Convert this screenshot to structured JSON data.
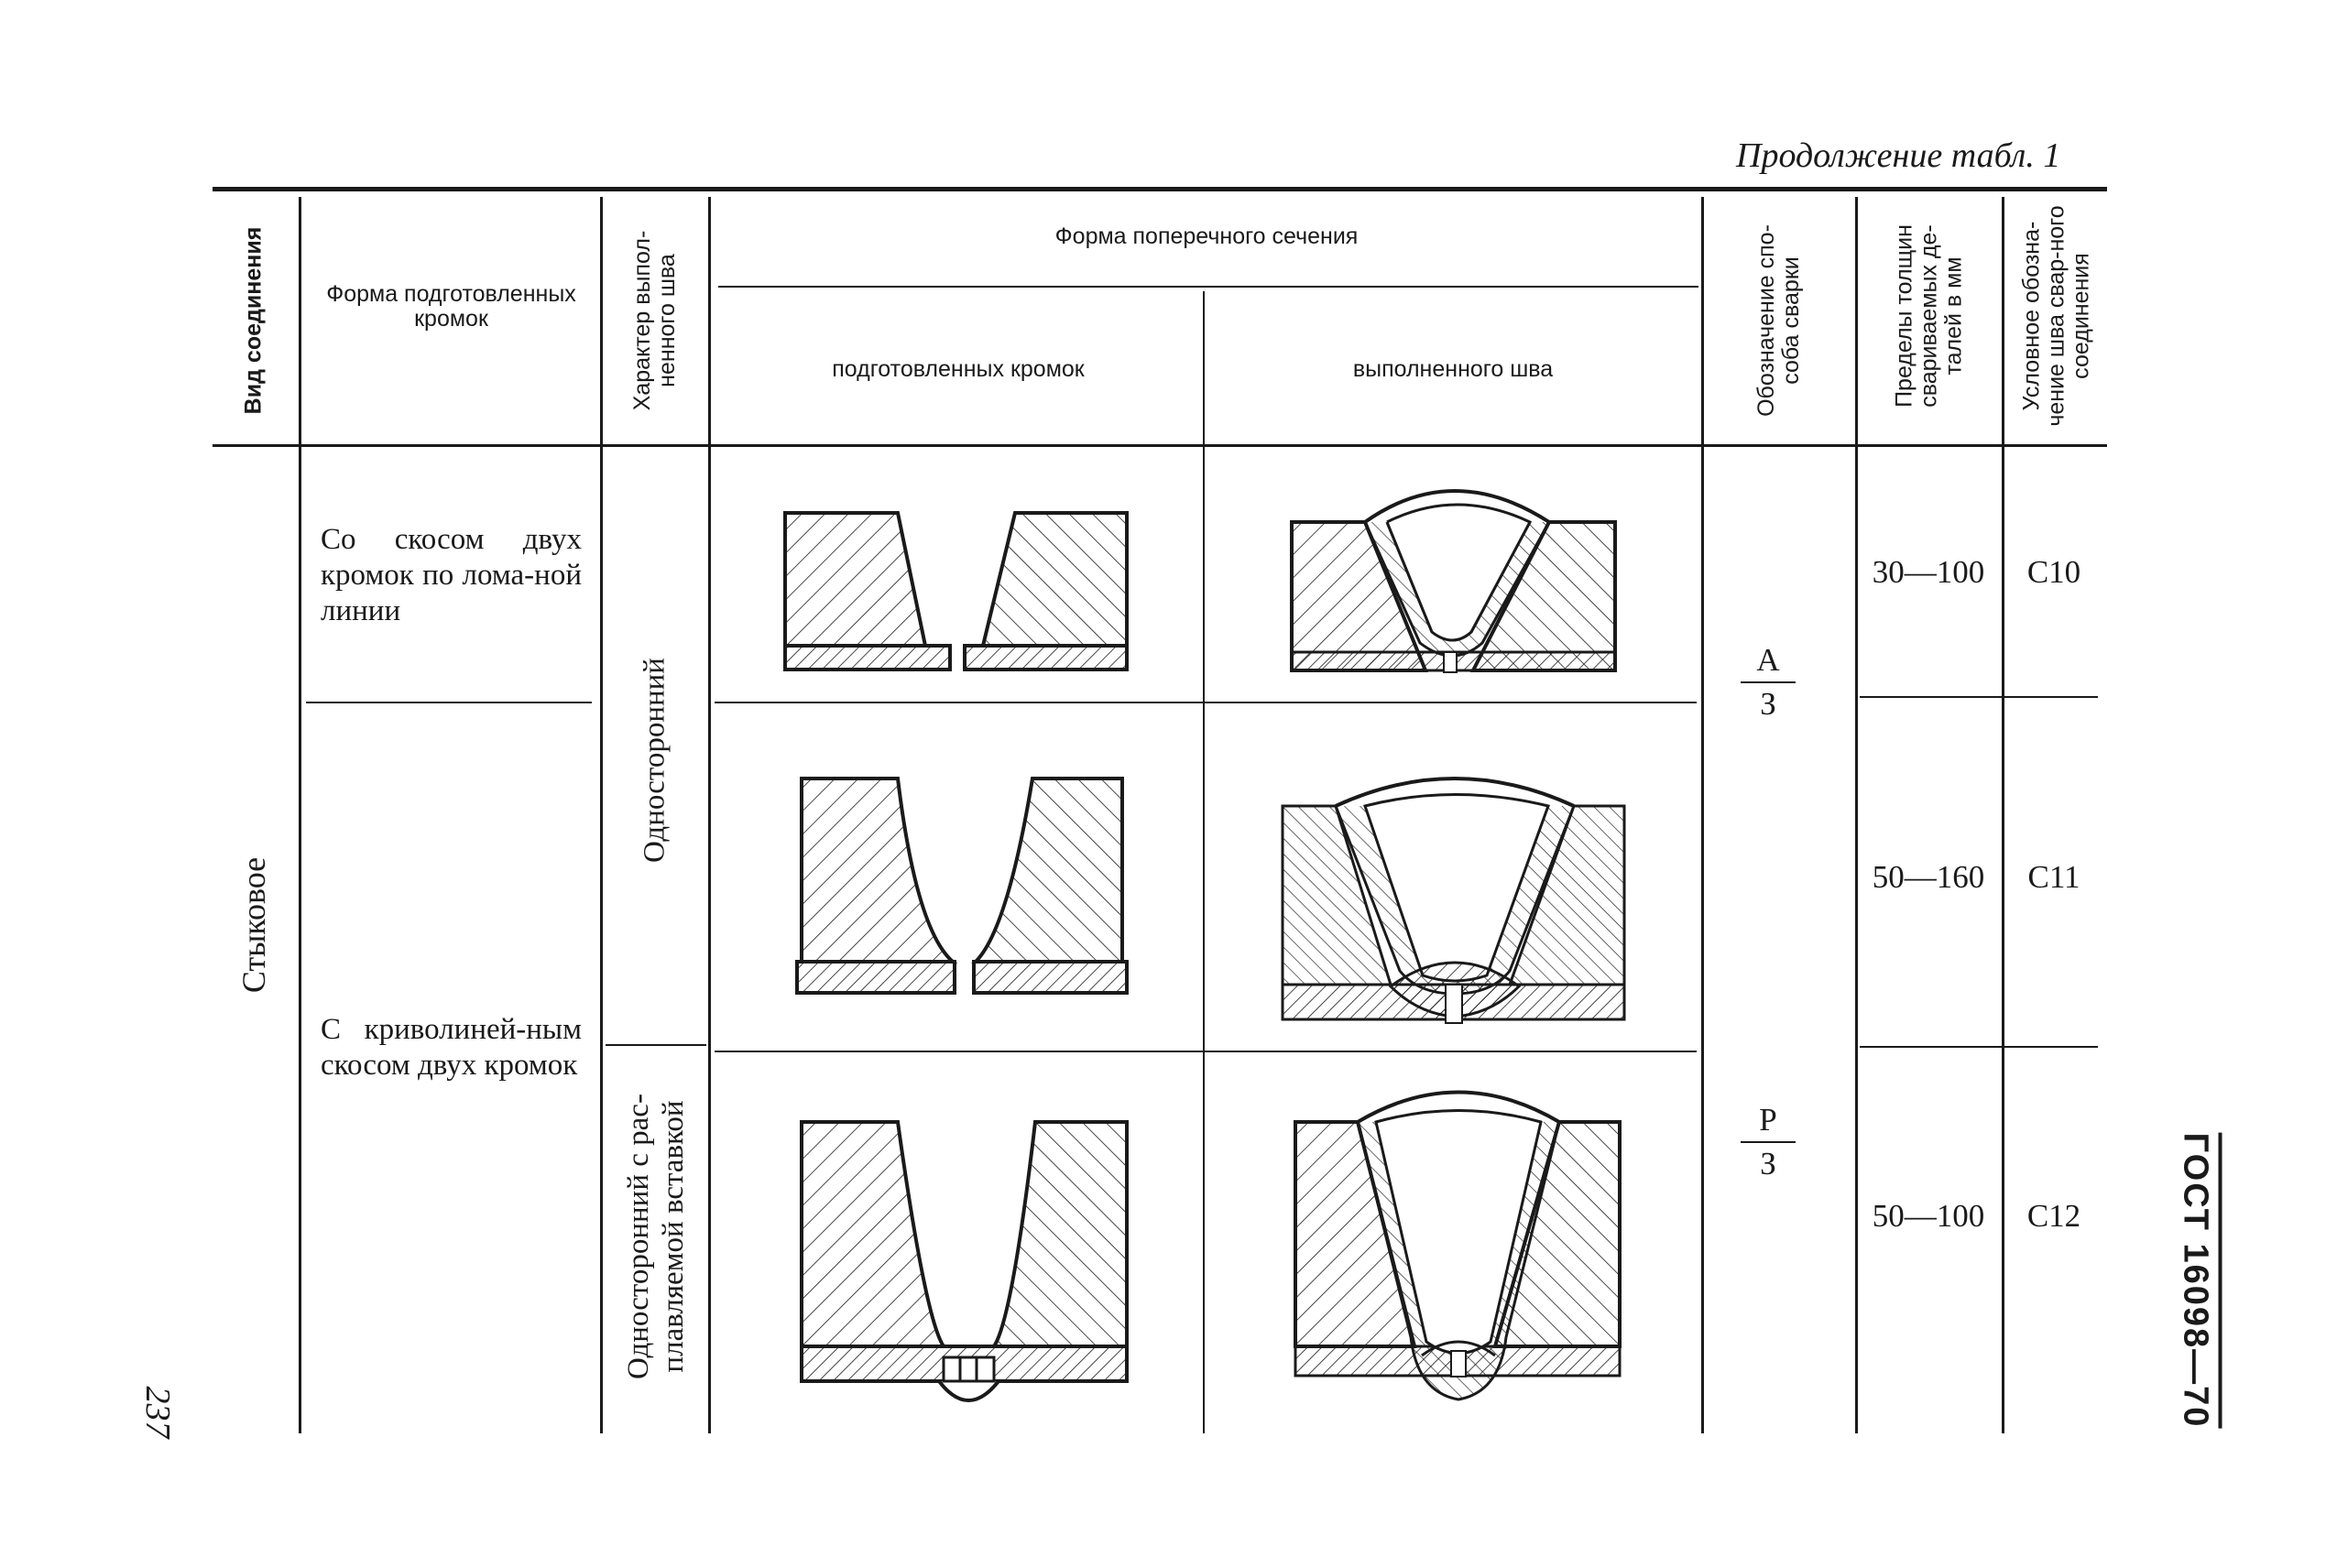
{
  "continuation": "Продолжение табл. 1",
  "page_number": "237",
  "side_title": "ГОСТ 16098—70",
  "headers": {
    "joint_type": "Вид соединения",
    "edge_form": "Форма подготовленных кромок",
    "weld_character": "Характер выпол-ненного шва",
    "cross_section": "Форма поперечного сечения",
    "prepared_edges": "подготовленных кромок",
    "completed_weld": "выполненного шва",
    "welding_method": "Обозначение спо-соба сварки",
    "thickness": "Пределы толщин свариваемых де-талей в мм",
    "designation": "Условное обозна-чение шва свар-ного соединения"
  },
  "joint_type_value": "Стыковое",
  "edge_forms": [
    "Со скосом двух кромок по лома-ной линии",
    "С криволиней-ным скосом двух кромок"
  ],
  "weld_characters": [
    "Односторонний",
    "Односторонний с рас-плавляемой вставкой"
  ],
  "methods": [
    {
      "num": "А",
      "den": "З"
    },
    {
      "num": "Р",
      "den": "З"
    }
  ],
  "rows": [
    {
      "thickness": "30—100",
      "designation": "C10"
    },
    {
      "thickness": "50—160",
      "designation": "C11"
    },
    {
      "thickness": "50—100",
      "designation": "C12"
    }
  ]
}
